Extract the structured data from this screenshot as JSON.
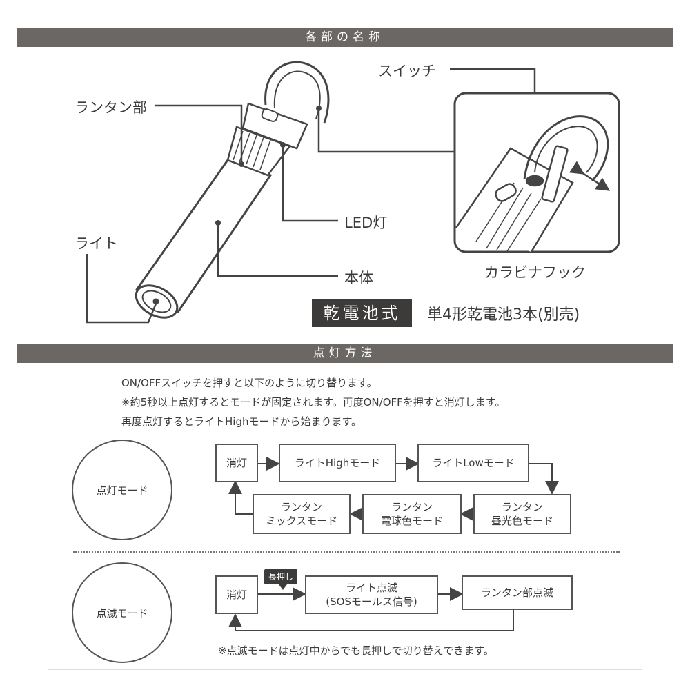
{
  "section_names": {
    "title": "各部の名称"
  },
  "parts": {
    "lantern": "ランタン部",
    "switch": "スイッチ",
    "light": "ライト",
    "led": "LED灯",
    "body": "本体",
    "carabiner": "カラビナフック"
  },
  "battery": {
    "badge": "乾電池式",
    "text": "単4形乾電池3本(別売)"
  },
  "section_usage": {
    "title": "点灯方法"
  },
  "notes": [
    "ON/OFFスイッチを押すと以下のように切り替ります。",
    "※約5秒以上点灯するとモードが固定されます。再度ON/OFFを押すと消灯します。",
    "再度点灯するとライトHighモードから始まります。"
  ],
  "lighting_mode": {
    "label": "点灯モード",
    "off": "消灯",
    "high": "ライトHighモード",
    "low": "ライトLowモード",
    "daylight": [
      "ランタン",
      "昼光色モード"
    ],
    "warm": [
      "ランタン",
      "電球色モード"
    ],
    "mix": [
      "ランタン",
      "ミックスモード"
    ]
  },
  "blink_mode": {
    "label": "点滅モード",
    "off": "消灯",
    "long_press": "長押し",
    "light_blink": [
      "ライト点滅",
      "(SOSモールス信号)"
    ],
    "lantern_blink": "ランタン部点滅",
    "note": "※点滅モードは点灯中からでも長押しで切り替えできます。"
  }
}
